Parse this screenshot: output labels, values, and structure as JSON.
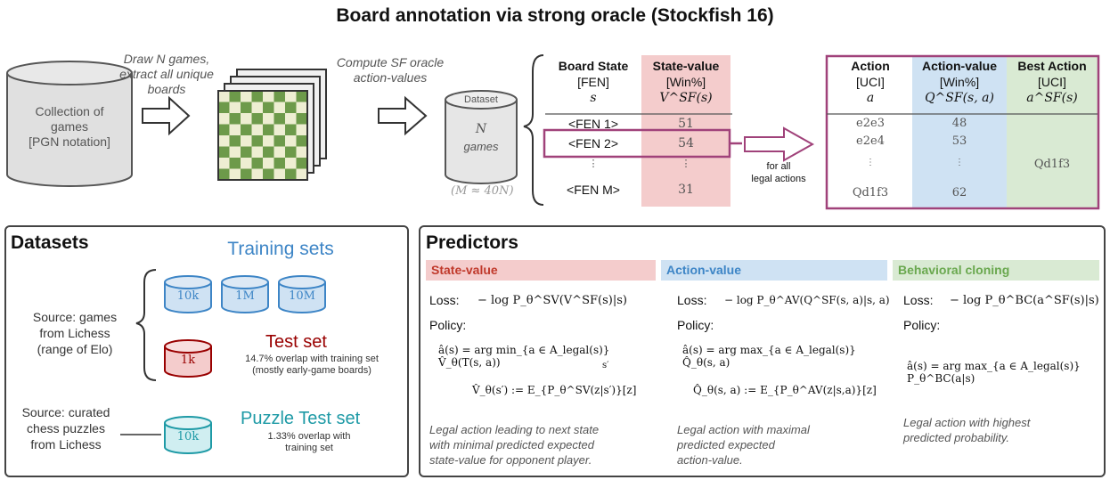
{
  "title": "Board annotation via strong oracle (Stockfish 16)",
  "pipeline": {
    "collection_label": [
      "Collection of",
      "games",
      "[PGN notation]"
    ],
    "draw_label": [
      "Draw N games,",
      "extract all unique",
      "boards"
    ],
    "compute_label": [
      "Compute SF oracle",
      "action-values"
    ],
    "dataset_label": "Dataset",
    "dataset_n": "N",
    "dataset_games": "games",
    "dataset_m": "(M ≈ 40N)"
  },
  "board_table": {
    "col1_header": "Board State",
    "col1_sub": "[FEN]",
    "col1_sym": "s",
    "col2_header": "State-value",
    "col2_sub": "[Win%]",
    "col2_sym": "V^SF(s)",
    "rows": [
      {
        "fen": "<FEN 1>",
        "value": "51"
      },
      {
        "fen": "<FEN 2>",
        "value": "54"
      },
      {
        "fen": "⋮",
        "value": "⋮"
      },
      {
        "fen": "<FEN M>",
        "value": "31"
      }
    ]
  },
  "for_all_label": [
    "for all",
    "legal actions"
  ],
  "action_table": {
    "col1_header": "Action",
    "col1_sub": "[UCI]",
    "col1_sym": "a",
    "col2_header": "Action-value",
    "col2_sub": "[Win%]",
    "col2_sym": "Q^SF(s, a)",
    "col3_header": "Best Action",
    "col3_sub": "[UCI]",
    "col3_sym": "a^SF(s)",
    "rows": [
      {
        "action": "e2e3",
        "value": "48"
      },
      {
        "action": "e2e4",
        "value": "53"
      },
      {
        "action": "⋮",
        "value": "⋮"
      },
      {
        "action": "Qd1f3",
        "value": "62"
      }
    ],
    "best": "Qd1f3"
  },
  "datasets": {
    "heading": "Datasets",
    "training_title": "Training sets",
    "training_sizes": [
      "10k",
      "1M",
      "10M"
    ],
    "source_games": [
      "Source: games",
      "from Lichess",
      "(range of Elo)"
    ],
    "test_title": "Test set",
    "test_size": "1k",
    "test_note": [
      "14.7% overlap with training set",
      "(mostly early-game boards)"
    ],
    "source_puzzles": [
      "Source: curated",
      "chess puzzles",
      "from Lichess"
    ],
    "puzzle_size": "10k",
    "puzzle_title": "Puzzle Test set",
    "puzzle_note": [
      "1.33% overlap with",
      "training set"
    ]
  },
  "predictors": {
    "heading": "Predictors",
    "loss_label": "Loss:",
    "policy_label": "Policy:",
    "columns": [
      {
        "name": "State-value",
        "loss": "− log P_θ^SV(V^SF(s)|s)",
        "policy": "â(s) = arg min_{a ∈ A_legal(s)} V̂_θ(T(s, a))",
        "policy_sub": "s′",
        "extra": "V̂_θ(s′) := E_{P_θ^SV(z|s′)}[z]",
        "desc": [
          "Legal action leading to next state",
          "with minimal predicted expected",
          "state-value for opponent player."
        ]
      },
      {
        "name": "Action-value",
        "loss": "− log P_θ^AV(Q^SF(s, a)|s, a)",
        "policy": "â(s) = arg max_{a ∈ A_legal(s)} Q̂_θ(s, a)",
        "extra": "Q̂_θ(s, a) := E_{P_θ^AV(z|s,a)}[z]",
        "desc": [
          "Legal action with maximal",
          "predicted expected",
          "action-value."
        ]
      },
      {
        "name": "Behavioral cloning",
        "loss": "− log P_θ^BC(a^SF(s)|s)",
        "policy": "â(s) = arg max_{a ∈ A_legal(s)} P_θ^BC(a|s)",
        "desc": [
          "Legal action with highest",
          "predicted probability."
        ]
      }
    ]
  },
  "colors": {
    "red_fill": "#f4cccc",
    "blue_fill": "#cfe2f3",
    "green_fill": "#d9ead3",
    "frame": "#a0427a",
    "training_blue": "#3d85c6",
    "test_red": "#990000",
    "puzzle_teal": "#1e9aa6"
  }
}
